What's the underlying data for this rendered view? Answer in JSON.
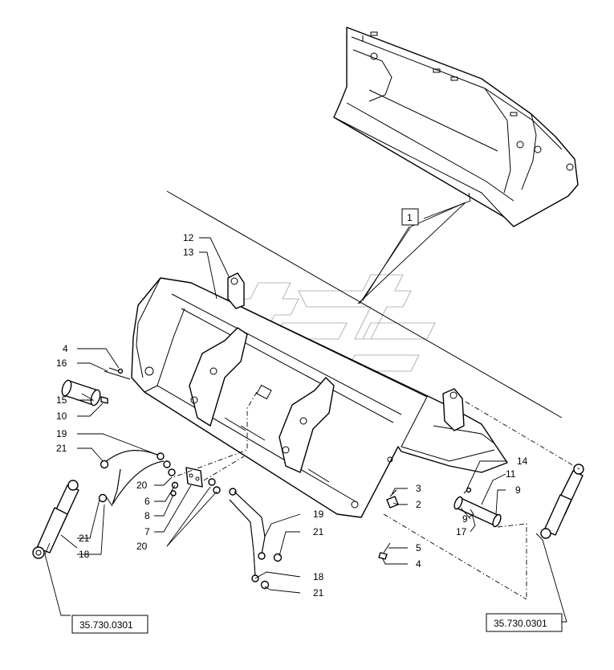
{
  "callouts": {
    "c1": "1",
    "c12": "12",
    "c13": "13",
    "c4a": "4",
    "c16": "16",
    "c15": "15",
    "c10": "10",
    "c19a": "19",
    "c21a": "21",
    "c20a": "20",
    "c6": "6",
    "c8": "8",
    "c7": "7",
    "c20b": "20",
    "c21b": "21",
    "c18a": "18",
    "c19b": "19",
    "c21c": "21",
    "c18b": "18",
    "c21d": "21",
    "c3": "3",
    "c2": "2",
    "c5": "5",
    "c4b": "4",
    "c14": "14",
    "c11": "11",
    "c9a": "9",
    "c9b": "9",
    "c17": "17"
  },
  "references": {
    "left": "35.730.0301",
    "right": "35.730.0301"
  },
  "colors": {
    "ink": "#000000",
    "watermark": "#b8b8b8",
    "background": "#ffffff"
  }
}
